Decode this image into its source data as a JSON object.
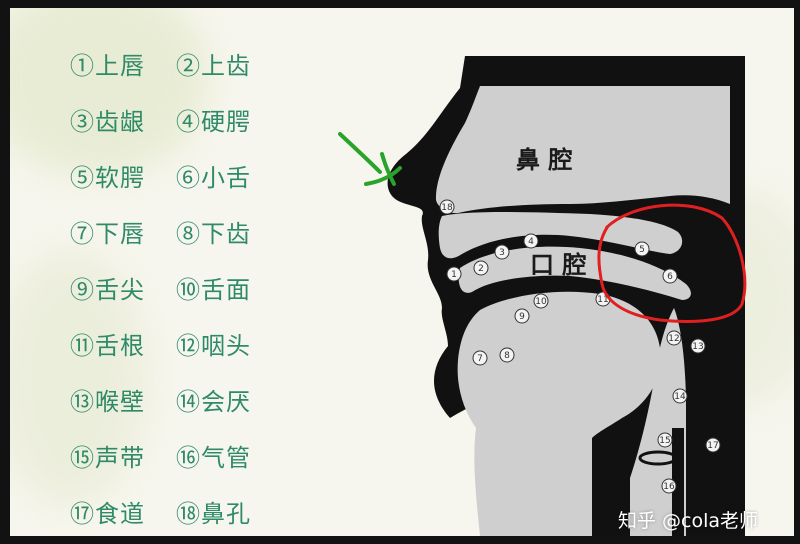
{
  "legend": [
    [
      "①上唇",
      "②上齿"
    ],
    [
      "③齿龈",
      "④硬腭"
    ],
    [
      "⑤软腭",
      "⑥小舌"
    ],
    [
      "⑦下唇",
      "⑧下齿"
    ],
    [
      "⑨舌尖",
      "⑩舌面"
    ],
    [
      "⑪舌根",
      "⑫咽头"
    ],
    [
      "⑬喉壁",
      "⑭会厌"
    ],
    [
      "⑮声带",
      "⑯气管"
    ],
    [
      "⑰食道",
      "⑱鼻孔"
    ]
  ],
  "diagram": {
    "nasal_cavity_label": "鼻 腔",
    "oral_cavity_label": "口 腔",
    "markers": [
      "1",
      "2",
      "3",
      "4",
      "5",
      "6",
      "7",
      "8",
      "9",
      "10",
      "11",
      "12",
      "13",
      "14",
      "15",
      "16",
      "17",
      "18"
    ]
  },
  "annotations": {
    "arrow_color": "#2aa32a",
    "circle_color": "#e02020"
  },
  "colors": {
    "legend_text": "#2f8a68",
    "tissue": "#111111",
    "cavity": "#cfcfcf"
  },
  "watermark": "知乎 @cola老师"
}
